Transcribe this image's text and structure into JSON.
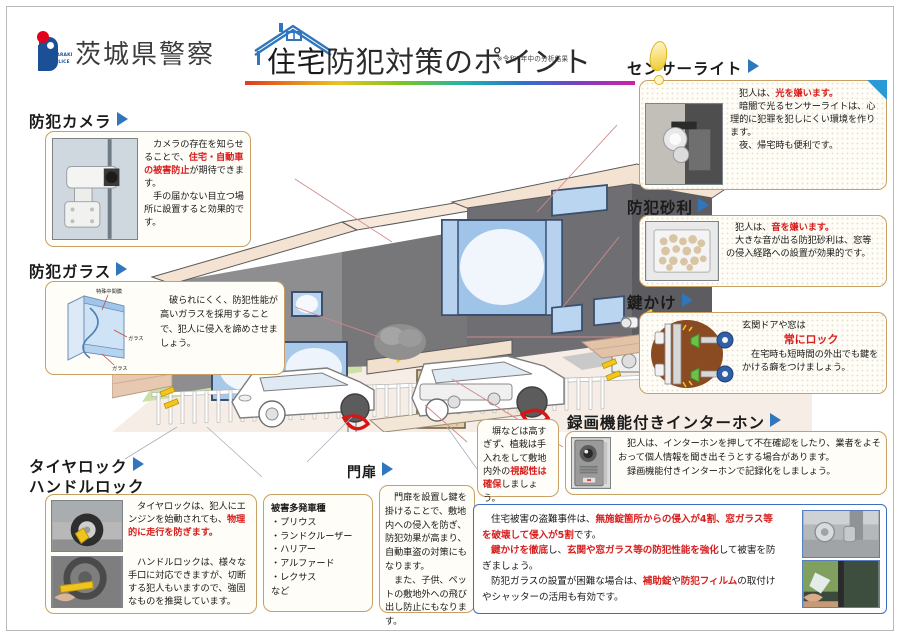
{
  "header": {
    "org_name": "茨城県警察",
    "logo_line1": "IBARAKI",
    "logo_line2": "POLICE",
    "title_prefix": "住宅",
    "title_rest": "防犯対策のポイント",
    "note": "※令和7年中の分析結果"
  },
  "sections": {
    "camera": {
      "heading": "防犯カメラ",
      "body_p1": "カメラの存在を知らせることで、",
      "body_hl1": "住宅・自動車の被害防止",
      "body_p1b": "が期待できます。",
      "body_p2": "手の届かない目立つ場所に設置すると効果的です。",
      "photo_alt": "security-camera-photo"
    },
    "glass": {
      "heading": "防犯ガラス",
      "body": "破られにくく、防犯性能が高いガラスを採用することで、犯人に侵入を諦めさせましょう。",
      "diagram_label_film": "特殊中間膜",
      "diagram_label_glass1": "ガラス",
      "diagram_label_glass2": "ガラス"
    },
    "sensor_light": {
      "heading": "センサーライト",
      "body_p1": "犯人は、",
      "body_hl1": "光を嫌います。",
      "body_p2": "暗闇で光るセンサーライトは、心理的に犯罪を犯しにくい環境を作ります。",
      "body_p3": "夜、帰宅時も便利です。",
      "photo_alt": "sensor-light-photo"
    },
    "gravel": {
      "heading": "防犯砂利",
      "body_p1": "犯人は、",
      "body_hl1": "音を嫌います。",
      "body_p2": "大きな音が出る防犯砂利は、窓等の侵入経路への設置が効果的です。",
      "photo_alt": "security-gravel-photo"
    },
    "lock": {
      "heading": "鍵かけ",
      "body_p1": "玄関ドアや窓は",
      "body_hl1": "常にロック",
      "body_p2": "在宅時も短時間の外出でも鍵をかける癖をつけましょう。",
      "diagram_alt": "door-lock-key-diagram"
    },
    "intercom": {
      "heading": "録画機能付きインターホン",
      "body_p1": "犯人は、インターホンを押して不在確認をしたり、業者をよそおって個人情報を聞き出そうとする場合があります。",
      "body_p2": "録画機能付きインターホンで記録化をしましょう。",
      "photo_alt": "intercom-unit-photo"
    },
    "tire_lock": {
      "heading1": "タイヤロック",
      "heading2": "ハンドルロック",
      "tire_body_p1": "タイヤロックは、犯人にエンジンを始動されても、",
      "tire_hl": "物理的に走行を防ぎます。",
      "handle_body": "ハンドルロックは、様々な手口に対応できますが、切断する犯人もいますので、強固なものを推奨しています。",
      "tire_photo_alt": "tire-lock-photo",
      "handle_photo_alt": "handle-lock-photo"
    },
    "vehicles": {
      "title": "被害多発車種",
      "items": [
        "・プリウス",
        "・ランドクルーザー",
        "・ハリアー",
        "・アルファード",
        "・レクサス"
      ],
      "etc": "など"
    },
    "gate": {
      "heading": "門扉",
      "body_p1": "門扉を設置し鍵を掛けることで、敷地内への侵入を防ぎ、防犯効果が高まり、自動車盗の対策にもなります。",
      "body_p2": "また、子供、ペットの敷地外への飛び出し防止にもなります。"
    },
    "fence": {
      "body_p1": "塀などは高すぎず、植栽は手入れをして敷地内外の",
      "body_hl": "視認性は確保",
      "body_p1b": "しましょう。"
    },
    "summary": {
      "p1_a": "住宅被害の盗難事件は、",
      "p1_hl": "無施錠箇所からの侵入が4割、窓ガラス等を破壊して侵入が5割",
      "p1_b": "です。",
      "p2_hl1": "鍵かけを徹底",
      "p2_a": "し、",
      "p2_hl2": "玄関や窓ガラス等の防犯性能を強化",
      "p2_b": "して被害を防ぎましょう。",
      "p3_a": "防犯ガラスの設置が困難な場合は、",
      "p3_hl1": "補助錠",
      "p3_mid": "や",
      "p3_hl2": "防犯フィルム",
      "p3_b": "の取付けやシャッターの活用も有効です。",
      "photo1_alt": "auxiliary-lock-photo",
      "photo2_alt": "security-film-photo"
    }
  },
  "illustration": {
    "alt": "house-exterior-illustration",
    "cars": [
      "sedan-car",
      "suv-car"
    ],
    "elements": [
      "roof",
      "window",
      "entrance-door",
      "sensor-light",
      "camera",
      "fence",
      "brick-wall",
      "lawn",
      "gravel-strip"
    ]
  },
  "colors": {
    "accent_blue": "#2f76bd",
    "highlight_red": "#d81f1f",
    "box_border": "#c8a063",
    "summary_border": "#3b6fc4",
    "curl_blue": "#2a9ad6"
  }
}
